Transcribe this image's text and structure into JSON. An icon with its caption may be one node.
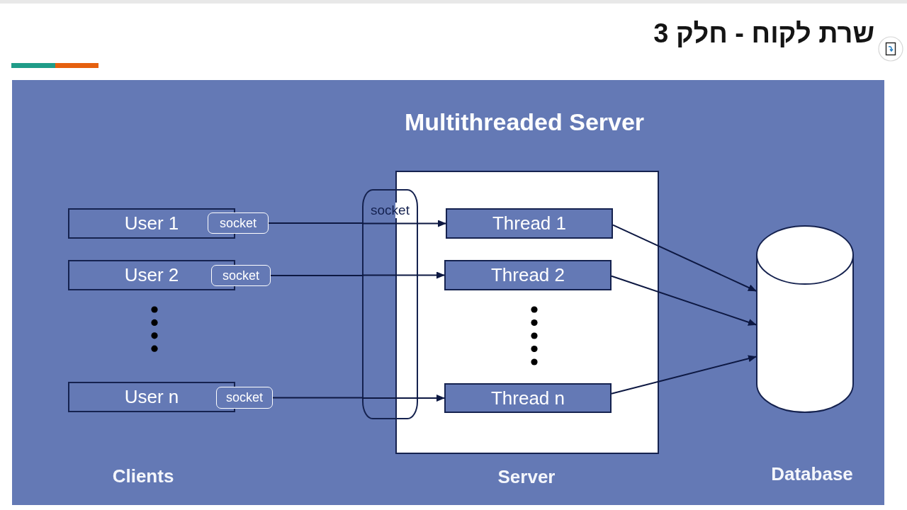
{
  "diagram": {
    "title": "שרת לקוח - חלק 3",
    "nodes": [
      {
        "text": [
          "User 1"
        ]
      },
      {
        "text": [
          "socket"
        ]
      },
      {
        "text": [
          "User 2"
        ]
      },
      {
        "text": [
          "socket"
        ]
      },
      {
        "text": [
          "User n"
        ]
      },
      {
        "text": [
          "socket"
        ]
      },
      {
        "text": [
          "socket"
        ]
      },
      {
        "text": [],
        "shape": "box",
        "beside": [
          "Server"
        ]
      },
      {
        "text": [
          "Thread 1"
        ],
        "in": 7
      },
      {
        "text": [
          "Thread 2"
        ],
        "in": 7
      },
      {
        "text": [
          "Thread n"
        ],
        "in": 7
      },
      {
        "text": [],
        "shape": "cylinder",
        "beside": [
          "Database"
        ]
      }
    ],
    "edges": [
      {
        "from": 1,
        "to": 6,
        "arrow": "none"
      },
      {
        "from": 3,
        "to": 6,
        "arrow": "none"
      },
      {
        "from": 5,
        "to": 6,
        "arrow": "none"
      },
      {
        "from": 6,
        "to": 8,
        "arrow": "to"
      },
      {
        "from": 6,
        "to": 9,
        "arrow": "to"
      },
      {
        "from": 6,
        "to": 10,
        "arrow": "to"
      },
      {
        "from": 8,
        "to": 11,
        "arrow": "to"
      },
      {
        "from": 9,
        "to": 11,
        "arrow": "to"
      },
      {
        "from": 10,
        "to": 11,
        "arrow": "to"
      }
    ],
    "labels": [
      "Multithreaded Server",
      "Clients"
    ]
  }
}
